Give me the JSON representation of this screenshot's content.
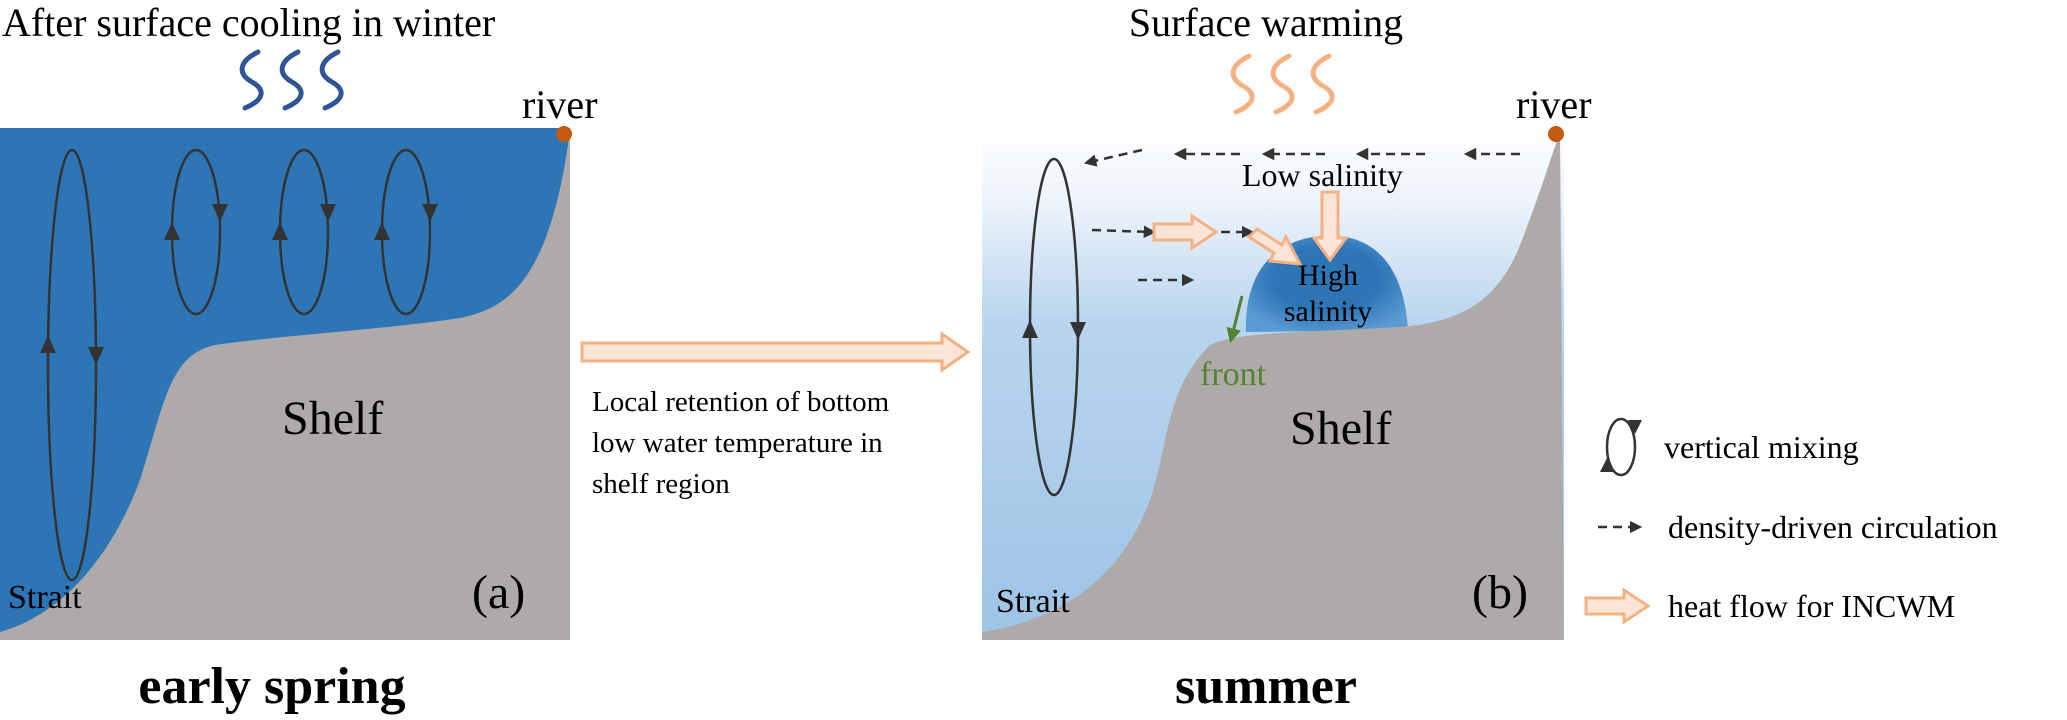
{
  "panel_a": {
    "title": "After surface cooling in winter",
    "river": "river",
    "shelf": "Shelf",
    "strait": "Strait",
    "label": "(a)",
    "season": "early spring"
  },
  "panel_b": {
    "title": "Surface warming",
    "river": "river",
    "shelf": "Shelf",
    "strait": "Strait",
    "label": "(b)",
    "season": "summer",
    "low_salinity": "Low salinity",
    "high_salinity_1": "High",
    "high_salinity_2": "salinity",
    "front": "front"
  },
  "transition": {
    "line1": "Local retention of bottom",
    "line2": "low water temperature in",
    "line3": "shelf region"
  },
  "legend": {
    "vertical_mixing": "vertical mixing",
    "density_circulation": "density-driven circulation",
    "heat_flow": "heat flow for INCWM"
  },
  "colors": {
    "winter_water": "#2e75b6",
    "summer_surface": "#eaf2fa",
    "summer_deep": "#9dc3e6",
    "high_salinity": "#2e75b6",
    "shelf": "#aeaaaa",
    "heat_arrow_fill": "#fbe5d6",
    "heat_arrow_stroke": "#f4b183",
    "cooling_wave": "#2f5597",
    "warming_wave": "#f4b183",
    "river_dot": "#c55a11",
    "front_arrow": "#548235",
    "arrows": "#333333"
  }
}
